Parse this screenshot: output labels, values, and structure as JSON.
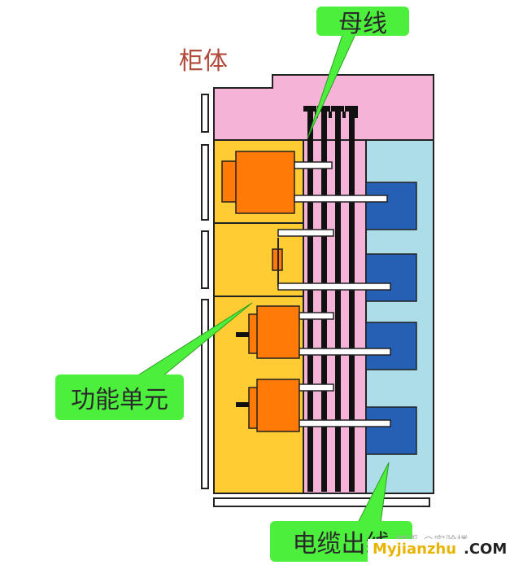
{
  "labels": {
    "cabinet": "柜体",
    "busbar": "母线",
    "functional_unit": "功能单元",
    "cable_outlet": "电缆出线"
  },
  "brand": {
    "part1": "Myjianzhu",
    "part2": ".COM"
  },
  "watermark": "知乎 @实验楼",
  "colors": {
    "cabinet_pink": "#f5b3d8",
    "functional_yellow": "#ffcc33",
    "cable_blue": "#acdde8",
    "terminal_blue": "#2560b4",
    "breaker_orange": "#ff7a06",
    "callout_green": "#4cf03c",
    "label_red": "#b04a3a"
  }
}
